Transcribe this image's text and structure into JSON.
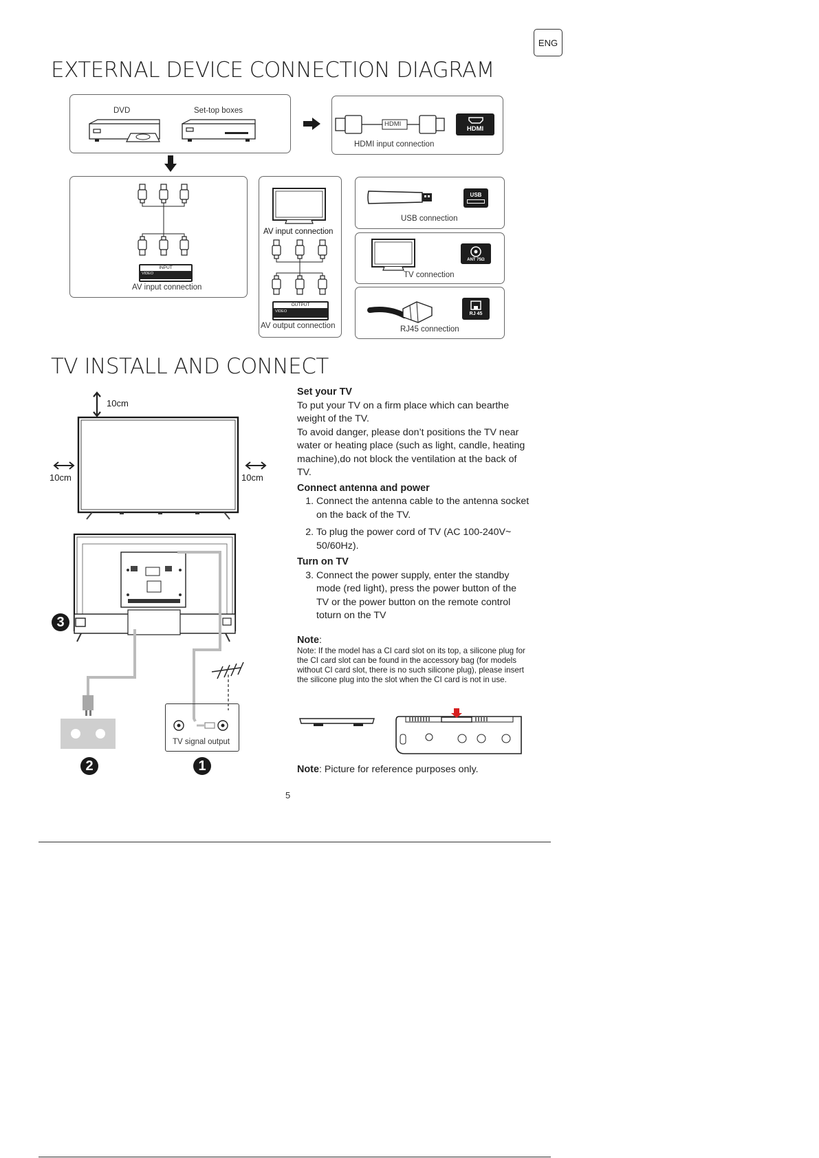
{
  "page": {
    "lang": "ENG",
    "page_number": "5"
  },
  "connection_diagram": {
    "title": "EXTERNAL DEVICE CONNECTION DIAGRAM",
    "dvd_label": "DVD",
    "stb_label": "Set-top boxes",
    "hdmi_cable_label": "HDMI",
    "hdmi_port_label": "HDMI",
    "hdmi_caption": "HDMI input connection",
    "av_in_caption": "AV input connection",
    "av_in_tv_caption": "AV input connection",
    "av_out_caption": "AV output connection",
    "input_panel_label": "INPUT",
    "output_panel_label": "OUTPUT",
    "video_label": "VIDEO",
    "usb_port_label": "USB",
    "usb_caption": "USB connection",
    "ant_port_label": "ANT 75Ω",
    "tv_caption": "TV connection",
    "rj45_port_label": "RJ 45",
    "rj45_caption": "RJ45 connection"
  },
  "install": {
    "title": "TV INSTALL AND CONNECT",
    "gap_top": "10cm",
    "gap_left": "10cm",
    "gap_right": "10cm",
    "signal_caption": "TV signal output",
    "num_1": "1",
    "num_2": "2",
    "num_3": "3",
    "set_heading": "Set your TV",
    "set_p1": "To put your TV on a firm place which can bearthe weight of the TV.",
    "set_p2": "To avoid danger, please don’t positions the TV near water or heating place (such as light, candle, heating machine),do not block the ventilation at the back of TV.",
    "antenna_heading": "Connect antenna and power",
    "step1": "Connect the antenna cable to the antenna socket on the back of the TV.",
    "step2": "To plug the power cord of TV (AC 100-240V~ 50/60Hz).",
    "turn_heading": "Turn on TV",
    "step3": "Connect the power supply, enter the standby mode (red light), press the power button of the TV or the power button on the remote control toturn on the TV",
    "note_label": "Note",
    "note_colon": ":",
    "note_text": "Note: If the model has a CI card slot on its top, a silicone plug for the CI card slot can be found in the accessory bag (for models without CI card slot, there is no such silicone plug), please insert the silicone plug into the slot when the CI card is not in use.",
    "note2_label": "Note",
    "note2_text": ": Picture for reference purposes only."
  }
}
